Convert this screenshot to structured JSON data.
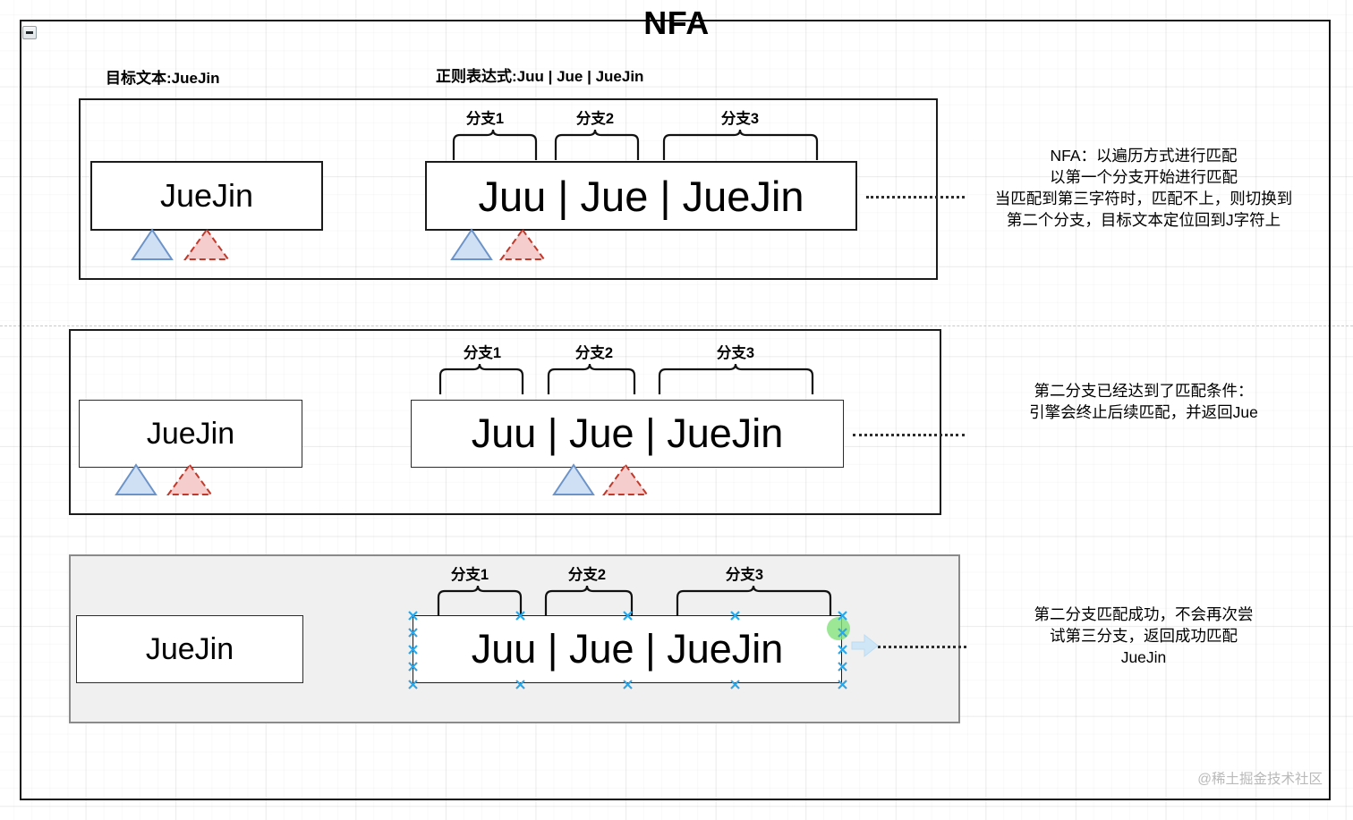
{
  "document": {
    "title": "NFA",
    "watermark": "@稀土掘金技术社区",
    "collapse_toggle": "collapse"
  },
  "headers": {
    "target_label": "目标文本:JueJin",
    "regex_label": "正则表达式:Juu | Jue | JueJin"
  },
  "branch_labels": {
    "b1": "分支1",
    "b2": "分支2",
    "b3": "分支3"
  },
  "panels": [
    {
      "id": "panel-1",
      "target_text": "JueJin",
      "regex_text": "Juu | Jue | JueJin",
      "annotation": "NFA：以遍历方式进行匹配\n以第一个分支开始进行匹配\n当匹配到第三字符时，匹配不上，则切换到\n第二个分支，目标文本定位回到J字符上",
      "selected": false,
      "shaded": false
    },
    {
      "id": "panel-2",
      "target_text": "JueJin",
      "regex_text": "Juu | Jue | JueJin",
      "annotation": "第二分支已经达到了匹配条件：\n引擎会终止后续匹配，并返回Jue",
      "selected": false,
      "shaded": false
    },
    {
      "id": "panel-3",
      "target_text": "JueJin",
      "regex_text": "Juu | Jue | JueJin",
      "annotation": "第二分支匹配成功，不会再次尝\n试第三分支，返回成功匹配\nJueJin",
      "selected": true,
      "shaded": true
    }
  ],
  "markers": {
    "cursor_blue_name": "blue-cursor-triangle",
    "cursor_pink_name": "pink-cursor-triangle"
  },
  "colors": {
    "blue_triangle_fill": "#cfe0f5",
    "blue_triangle_stroke": "#6c93c8",
    "pink_triangle_fill": "#f5cdcd",
    "pink_triangle_stroke": "#c0392b",
    "panel3_fill": "#f0f0f0",
    "panel3_stroke": "#8a8a8a",
    "selection_handle": "#2ba6e8",
    "connector_handle": "#86e27e",
    "frame_stroke": "#121212",
    "watermark_color": "#b9b9b9"
  }
}
